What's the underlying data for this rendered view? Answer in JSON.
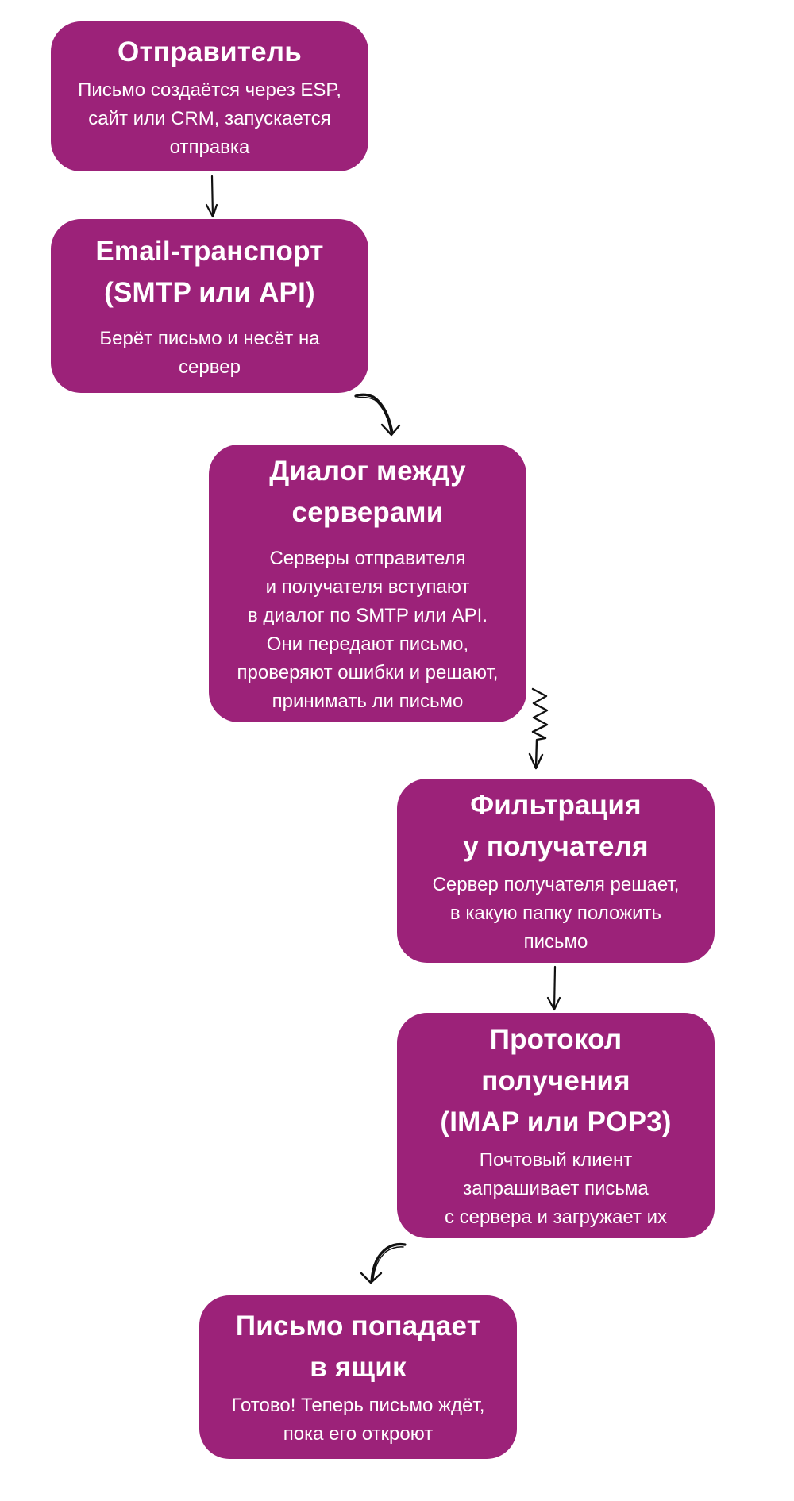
{
  "diagram": {
    "type": "flowchart",
    "box_color": "#9c2279",
    "text_color": "#ffffff",
    "arrow_color": "#111111",
    "steps": [
      {
        "title_lines": [
          "Отправитель"
        ],
        "desc_lines": [
          "Письмо создаётся через ESP,",
          "сайт или CRM, запускается",
          "отправка"
        ]
      },
      {
        "title_lines": [
          "Email-транспорт",
          "(SMTP или API)"
        ],
        "desc_lines": [
          "Берёт письмо и несёт на",
          "сервер"
        ]
      },
      {
        "title_lines": [
          "Диалог между",
          "серверами"
        ],
        "desc_lines": [
          "Серверы отправителя",
          "и получателя вступают",
          "в диалог по SMTP или API.",
          "Они передают письмо,",
          "проверяют ошибки и решают,",
          "принимать ли письмо"
        ]
      },
      {
        "title_lines": [
          "Фильтрация",
          "у получателя"
        ],
        "desc_lines": [
          "Сервер получателя решает,",
          "в какую папку положить",
          "письмо"
        ]
      },
      {
        "title_lines": [
          "Протокол",
          "получения",
          "(IMAP или POP3)"
        ],
        "desc_lines": [
          "Почтовый клиент",
          "запрашивает письма",
          "с сервера и загружает их"
        ]
      },
      {
        "title_lines": [
          "Письмо попадает",
          "в ящик"
        ],
        "desc_lines": [
          "Готово! Теперь письмо ждёт,",
          "пока его откроют"
        ]
      }
    ],
    "connectors": [
      {
        "from": 1,
        "to": 2,
        "style": "straight"
      },
      {
        "from": 2,
        "to": 3,
        "style": "curved"
      },
      {
        "from": 3,
        "to": 4,
        "style": "zigzag"
      },
      {
        "from": 4,
        "to": 5,
        "style": "straight"
      },
      {
        "from": 5,
        "to": 6,
        "style": "curved"
      }
    ]
  }
}
